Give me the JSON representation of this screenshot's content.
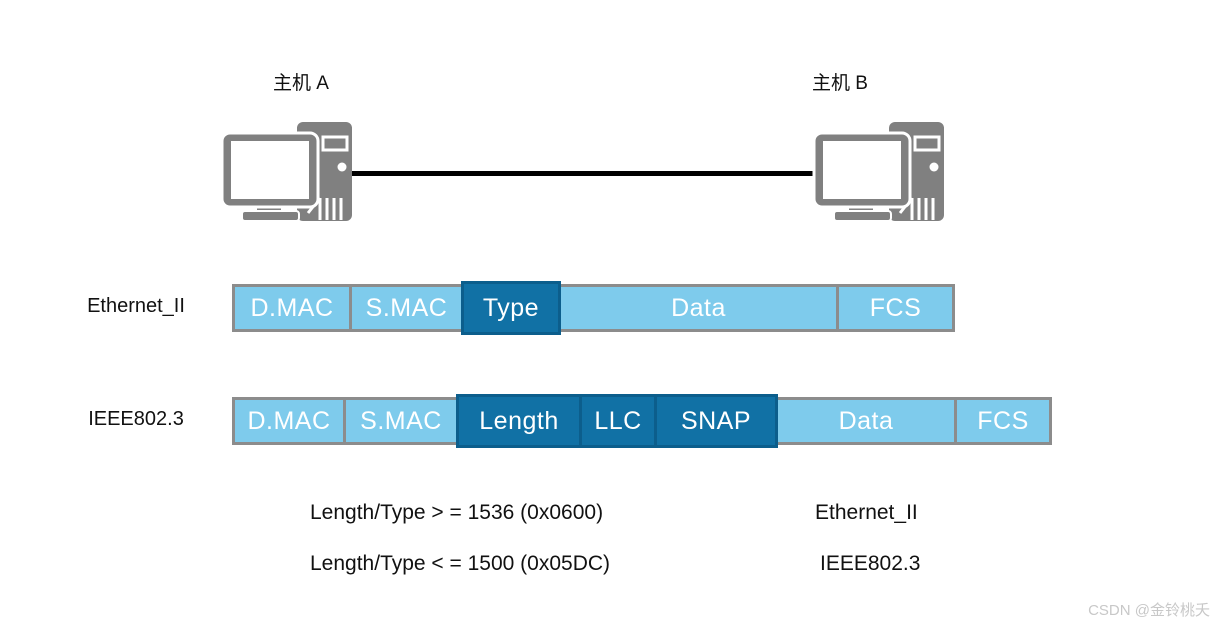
{
  "hosts": {
    "a": {
      "label": "主机 A"
    },
    "b": {
      "label": "主机 B"
    }
  },
  "frames": [
    {
      "label": "Ethernet_II",
      "fields": [
        {
          "name": "D.MAC"
        },
        {
          "name": "S.MAC"
        },
        {
          "name": "Type"
        },
        {
          "name": "Data"
        },
        {
          "name": "FCS"
        }
      ]
    },
    {
      "label": "IEEE802.3",
      "fields": [
        {
          "name": "D.MAC"
        },
        {
          "name": "S.MAC"
        },
        {
          "name": "Length"
        },
        {
          "name": "LLC"
        },
        {
          "name": "SNAP"
        },
        {
          "name": "Data"
        },
        {
          "name": "FCS"
        }
      ]
    }
  ],
  "notes": [
    {
      "condition": "Length/Type > = 1536 (0x0600)",
      "result": "Ethernet_II"
    },
    {
      "condition": "Length/Type < = 1500 (0x05DC)",
      "result": "IEEE802.3"
    }
  ],
  "watermark": "CSDN @金铃桃夭",
  "colors": {
    "field_light_blue": "#7ECBEC",
    "field_dark_blue": "#1171A5",
    "field_border_gray": "#8C8C8C",
    "icon_gray": "#808080",
    "cable_black": "#000000",
    "watermark_gray": "#C8C8C8"
  }
}
